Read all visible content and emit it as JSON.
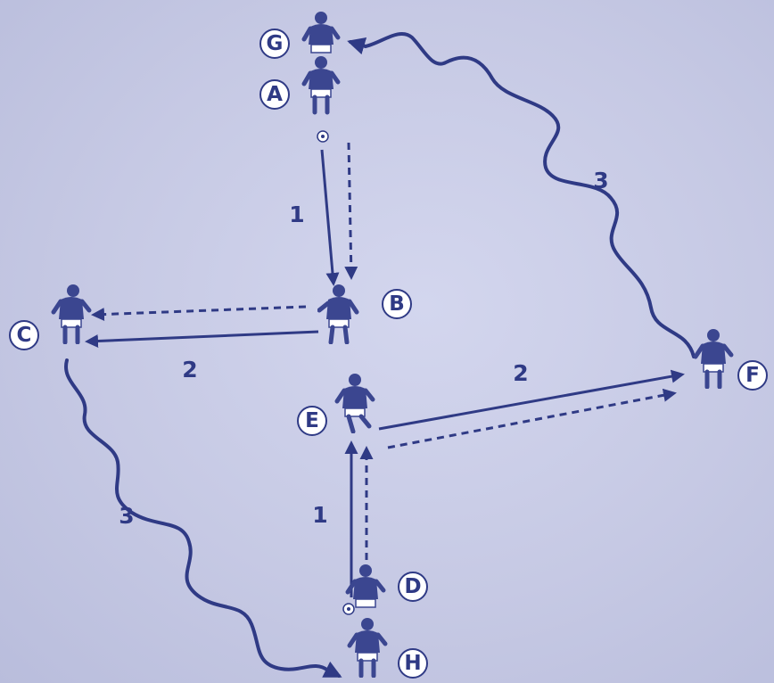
{
  "labels": {
    "a": "A",
    "b": "B",
    "c": "C",
    "d": "D",
    "e": "E",
    "f": "F",
    "g": "G",
    "h": "H"
  },
  "steps": {
    "pass_ab": "1",
    "pass_de": "1",
    "pass_bc": "2",
    "pass_ef": "2",
    "run_fg": "3",
    "run_ch": "3"
  },
  "colors": {
    "background": "#c5c9e3",
    "ink": "#2f3a85",
    "shirt": "#3b4690",
    "shorts": "#ffffff"
  }
}
